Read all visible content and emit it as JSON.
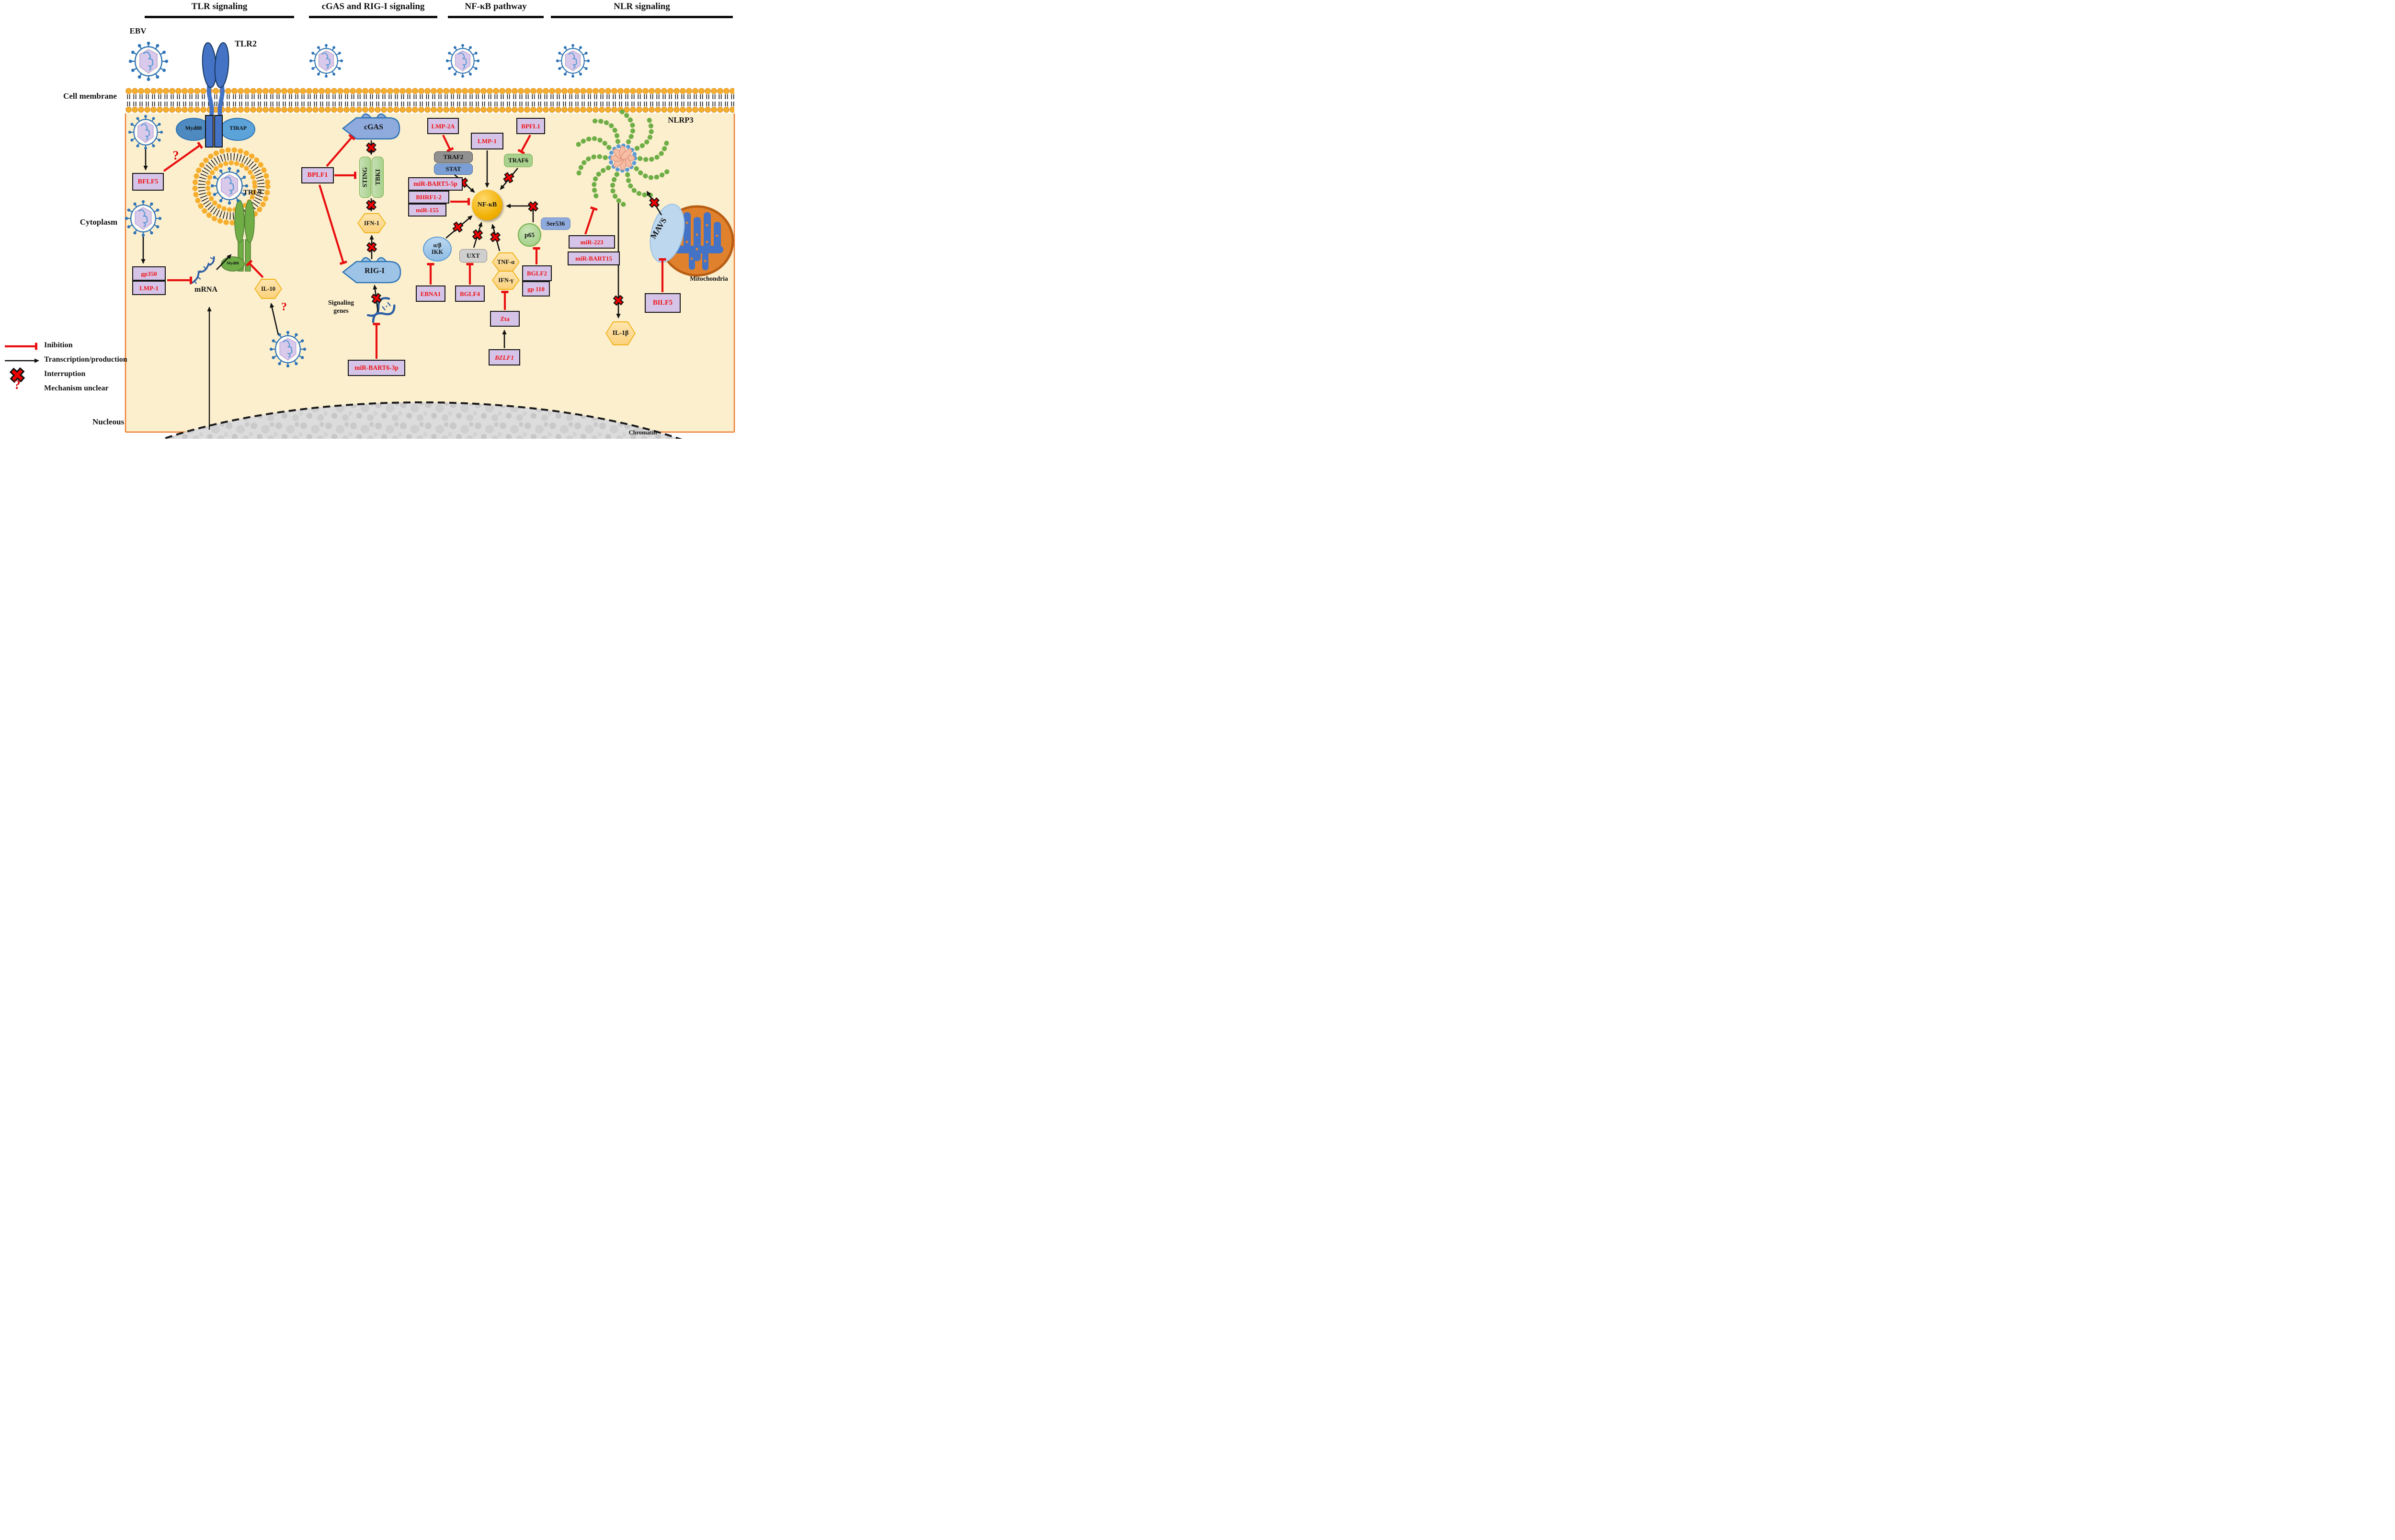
{
  "headers": {
    "tlr": "TLR signaling",
    "cgas": "cGAS and RIG-I signaling",
    "nfkb": "NF-κB pathway",
    "nlr": "NLR signaling"
  },
  "compartments": {
    "ebv": "EBV",
    "cell_membrane": "Cell membrane",
    "cytoplasm": "Cytoplasm",
    "nucleus": "Nucleous",
    "chromatin": "Chromatin",
    "mitochondria": "Mitochondria"
  },
  "tlr_pathway": {
    "tlr2": "TLR2",
    "myd88": "Myd88",
    "tirap": "TIRAP",
    "bflf5": "BFLF5",
    "gp350": "gp350",
    "lmp1": "LMP-1",
    "mrna": "mRNA",
    "trl9": "TRL9",
    "myd88_endosome": "Myd88",
    "il10": "IL-10"
  },
  "cgas_rigi_pathway": {
    "cgas": "cGAS",
    "bplf1": "BPLF1",
    "sting": "STING",
    "tbki": "TBKI",
    "ifn1": "IFN-1",
    "rigi": "RIG-I",
    "signaling_genes": "Signaling genes",
    "mir_bart6_3p": "miR-BART6-3p"
  },
  "nfkb_pathway": {
    "lmp2a": "LMP-2A",
    "lmp1": "LMP-1",
    "bpfl1": "BPFL1",
    "traf2": "TRAF2",
    "stat": "STAT",
    "traf6": "TRAF6",
    "mir_bart5_5p": "miR-BART5-5p",
    "bhrf1_2": "BHRF1-2",
    "mir_155": "miR-155",
    "nfkb": "NF-κB",
    "ab_ikk": "α/β IKK",
    "uxt": "UXT",
    "tnfa": "TNF-α",
    "ifng": "IFN-γ",
    "p65": "p65",
    "ser536": "Ser536",
    "bglf2": "BGLF2",
    "gp110": "gp 110",
    "ebna1": "EBNA1",
    "bglf4": "BGLF4",
    "zta": "Zta",
    "bzlf1": "BZLF1"
  },
  "nlr_pathway": {
    "nlrp3": "NLRP3",
    "mir223": "miR-223",
    "mir_bart15": "miR-BART15",
    "mavs": "MAVS",
    "bilf5": "BILF5",
    "il1b": "IL-1β"
  },
  "legend": {
    "inhibition": "Inibition",
    "transcription": "Transcription/production",
    "interruption": "Interruption",
    "mechanism_unclear": "Mechanism unclear",
    "question_mark": "?"
  },
  "colors": {
    "cytoplasm_fill": "#FCEFCE",
    "cell_border": "#ED7D31",
    "membrane_head": "#F6AE2D",
    "viral_box_fill": "#D6C4E8",
    "viral_text": "#EE1111",
    "inhibition_red": "#E81010",
    "nfkb_gold": "#F0AF00",
    "receptor_blue": "#4472C4",
    "green_receptor": "#70AD47",
    "hexagon_fill": "#FBD27E",
    "nlrp3_arm_green": "#6FAE46",
    "nlrp3_ring_blue": "#5B9BD5",
    "mito_fill": "#E0812D",
    "mavs_fill": "#BDD7EE",
    "nucleus_gray": "#DBDBDB"
  }
}
